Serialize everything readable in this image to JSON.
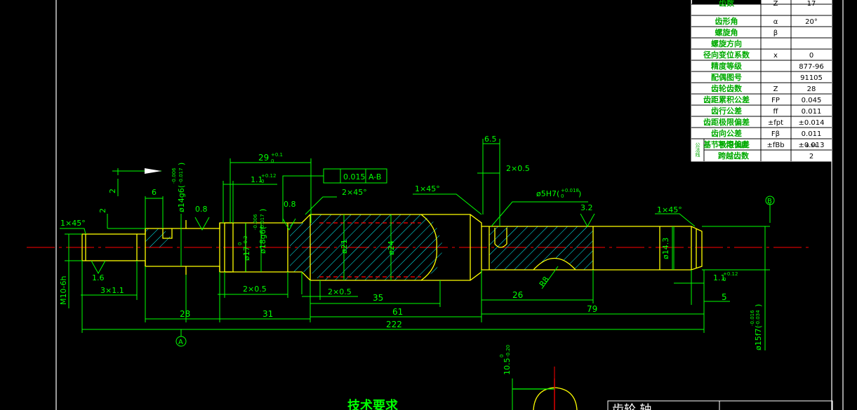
{
  "gear_table": {
    "rows": [
      {
        "name": "齿数",
        "sym": "Z",
        "val": "17"
      },
      {
        "name": "齿形角",
        "sym": "α",
        "val": "20°"
      },
      {
        "name": "螺旋角",
        "sym": "β",
        "val": ""
      },
      {
        "name": "螺旋方向",
        "sym": "",
        "val": ""
      },
      {
        "name": "径向变位系数",
        "sym": "x",
        "val": "0"
      },
      {
        "name": "精度等级",
        "sym": "",
        "val": "877-96"
      },
      {
        "name": "配偶图号",
        "sym": "",
        "val": "91105"
      },
      {
        "name": "齿轮齿数",
        "sym": "Z",
        "val": "28"
      },
      {
        "name": "齿距累积公差",
        "sym": "FP",
        "val": "0.045"
      },
      {
        "name": "齿行公差",
        "sym": "ff",
        "val": "0.011"
      },
      {
        "name": "齿距极限偏差",
        "sym": "±fpt",
        "val": "±0.014"
      },
      {
        "name": "齿向公差",
        "sym": "Fβ",
        "val": "0.011"
      },
      {
        "name": "基节极限偏差",
        "sym": "±fBb",
        "val": "±0.013"
      }
    ],
    "sub_group_label": "公法线",
    "sub_rows": [
      {
        "name": "平均长度",
        "val": "6.94"
      },
      {
        "name": "跨越齿数",
        "val": "2"
      }
    ]
  },
  "dims": {
    "d29": "29",
    "d29_tol": "+0.1",
    "d29_tol0": "0",
    "d6_5": "6.5",
    "d2x0_5_top": "2×0.5",
    "d1_1_left": "1.1",
    "d1_1_tol": "+0.12",
    "d1_1_tol0": "0",
    "gtol_val": "0.015",
    "gtol_ref": "A-B",
    "d2x45": "2×45°",
    "d1x45_mid": "1×45°",
    "d5H7": "ø5H7(",
    "d5H7_tol": "+0.018",
    "d5H7_tol0": "0",
    "d5H7_close": ")",
    "d1x45_right": "1×45°",
    "d1x45_left": "1×45°",
    "d2_a": "2",
    "d2_b": "2",
    "d6": "6",
    "d14g6": "ø14g6(",
    "d14g6_t1": "-0.006",
    "d14g6_t2": "-0.017",
    "d14g6_close": ")",
    "ra08_a": "0.8",
    "ra08_b": "0.8",
    "ra32": "3.2",
    "ra16": "1.6",
    "d17": "ø17",
    "d17_t1": "0",
    "d17_t2": "-0.2",
    "d18g6": "ø18g6(",
    "d18g6_t1": "-0.006",
    "d18g6_t2": "-0.017",
    "d18g6_close": ")",
    "d21": "ø21",
    "d24": "ø24",
    "m10": "M10-6h",
    "d3x1_1": "3×1.1",
    "d2x0_5_a": "2×0.5",
    "d2x0_5_b": "2×0.5",
    "d35": "35",
    "d61": "61",
    "d26": "26",
    "d79": "79",
    "d28": "28",
    "d31": "31",
    "d222": "222",
    "r8": "R8",
    "d14_3": "ø14.3",
    "d1_1_right": "1.1",
    "d1_1_r_tol": "+0.12",
    "d1_1_r_tol0": "0",
    "d5": "5",
    "d15f7": "ø15f7(",
    "d15f7_t1": "-0.016",
    "d15f7_t2": "-0.034",
    "d15f7_close": ")",
    "d10_5": "10.5",
    "d10_5_t1": "0",
    "d10_5_t2": "-0.20"
  },
  "datums": {
    "a": "A",
    "b": "B"
  },
  "notes": {
    "title": "技术要求"
  },
  "title_block": {
    "partial": "齿轮 轴"
  },
  "colors": {
    "background": "#000000",
    "outline": "#ffff00",
    "dimension": "#00ff00",
    "centerline": "#ff0000",
    "hatch": "#00ffff",
    "table_bg": "#ffffff"
  }
}
